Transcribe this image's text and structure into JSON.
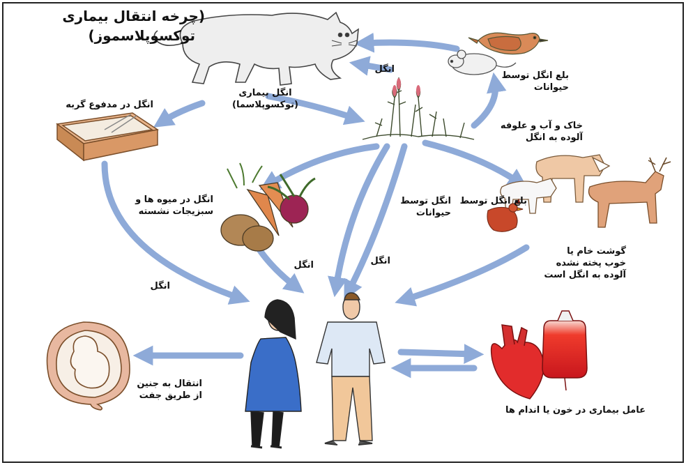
{
  "title": {
    "line1": "(چرخه انتقال بیماری",
    "line2": "توکسوپلاسموز)"
  },
  "labels": {
    "parasite_disease": [
      "انگل بیماری",
      "(توکسوپلاسما)"
    ],
    "cat_feces": "انگل در مدفوع گربه",
    "animal_ingestion_top": [
      "بلع انگل توسط",
      "حیوانات"
    ],
    "parasite_top": "انگل",
    "soil_water_feed": [
      "خاک و آب و علوفه",
      "آلوده به انگل"
    ],
    "unwashed_produce": [
      "انگل در میوه ها و",
      "سبزیجات نشسته"
    ],
    "animals_ingest_middle": [
      "انگل توسط",
      "حیوانات"
    ],
    "animals_ingest_right": "بلع انگل توسط",
    "raw_meat": [
      "گوشت خام یا",
      "خوب پخته نشده",
      "آلوده به انگل است"
    ],
    "parasite_left": "انگل",
    "parasite_center_left": "انگل",
    "parasite_center_right": "انگل",
    "transplacental": [
      "انتقال به جنین",
      "از طریق جفت"
    ],
    "blood_organs": "عامل بیماری در خون یا اندام ها"
  },
  "colors": {
    "arrow": "#8eaad8",
    "arrow_edge": "#5f7fbe",
    "border": "#222222"
  },
  "icons": [
    "cat-illustration",
    "litter-box-illustration",
    "bird-illustration",
    "mouse-illustration",
    "plants-illustration",
    "vegetables-illustration",
    "livestock-illustration",
    "deer-illustration",
    "chicken-illustration",
    "pregnant-woman-illustration",
    "man-illustration",
    "fetus-illustration",
    "heart-illustration",
    "blood-bag-illustration"
  ]
}
